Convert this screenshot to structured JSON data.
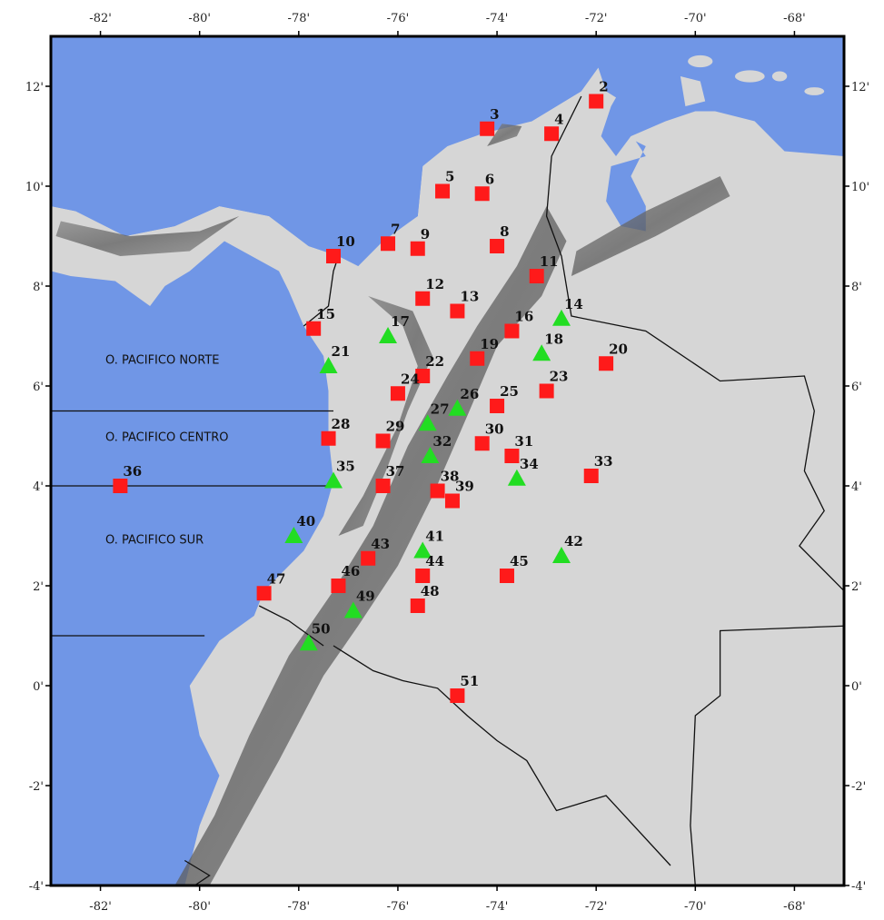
{
  "map": {
    "extent": {
      "lon_min": -83.0,
      "lon_max": -67.0,
      "lat_min": -4.0,
      "lat_max": 13.0
    },
    "lon_ticks": [
      -82,
      -80,
      -78,
      -76,
      -74,
      -72,
      -70,
      -68
    ],
    "lat_ticks": [
      12,
      10,
      8,
      6,
      4,
      2,
      0,
      -2,
      -4
    ],
    "lon_tick_labels": [
      "-82'",
      "-80'",
      "-78'",
      "-76'",
      "-74'",
      "-72'",
      "-70'",
      "-68'"
    ],
    "lat_tick_labels": [
      "12'",
      "10'",
      "8'",
      "6'",
      "4'",
      "2'",
      "0'",
      "-2'",
      "-4'"
    ],
    "colors": {
      "ocean": "#7096e6",
      "land": "#d6d6d6",
      "mountain": "#707070",
      "square": "#ff1a1a",
      "triangle": "#22dd22",
      "border": "#111111"
    },
    "zones": [
      {
        "label": "O. PACIFICO NORTE",
        "lon": -81.9,
        "lat": 6.45
      },
      {
        "label": "O. PACIFICO CENTRO",
        "lon": -81.9,
        "lat": 4.9
      },
      {
        "label": "O. PACIFICO SUR",
        "lon": -81.9,
        "lat": 2.85
      }
    ],
    "zone_lines": [
      5.5,
      4.0,
      1.0
    ],
    "stations": [
      {
        "id": "2",
        "type": "square",
        "lon": -72.0,
        "lat": 11.7
      },
      {
        "id": "3",
        "type": "square",
        "lon": -74.2,
        "lat": 11.15
      },
      {
        "id": "4",
        "type": "square",
        "lon": -72.9,
        "lat": 11.05
      },
      {
        "id": "5",
        "type": "square",
        "lon": -75.1,
        "lat": 9.9
      },
      {
        "id": "6",
        "type": "square",
        "lon": -74.3,
        "lat": 9.85
      },
      {
        "id": "7",
        "type": "square",
        "lon": -76.2,
        "lat": 8.85
      },
      {
        "id": "8",
        "type": "square",
        "lon": -74.0,
        "lat": 8.8
      },
      {
        "id": "9",
        "type": "square",
        "lon": -75.6,
        "lat": 8.75
      },
      {
        "id": "10",
        "type": "square",
        "lon": -77.3,
        "lat": 8.6
      },
      {
        "id": "11",
        "type": "square",
        "lon": -73.2,
        "lat": 8.2
      },
      {
        "id": "12",
        "type": "square",
        "lon": -75.5,
        "lat": 7.75
      },
      {
        "id": "13",
        "type": "square",
        "lon": -74.8,
        "lat": 7.5
      },
      {
        "id": "14",
        "type": "triangle",
        "lon": -72.7,
        "lat": 7.35
      },
      {
        "id": "15",
        "type": "square",
        "lon": -77.7,
        "lat": 7.15
      },
      {
        "id": "16",
        "type": "square",
        "lon": -73.7,
        "lat": 7.1
      },
      {
        "id": "17",
        "type": "triangle",
        "lon": -76.2,
        "lat": 7.0
      },
      {
        "id": "18",
        "type": "triangle",
        "lon": -73.1,
        "lat": 6.65
      },
      {
        "id": "19",
        "type": "square",
        "lon": -74.4,
        "lat": 6.55
      },
      {
        "id": "20",
        "type": "square",
        "lon": -71.8,
        "lat": 6.45
      },
      {
        "id": "21",
        "type": "triangle",
        "lon": -77.4,
        "lat": 6.4
      },
      {
        "id": "22",
        "type": "square",
        "lon": -75.5,
        "lat": 6.2
      },
      {
        "id": "23",
        "type": "square",
        "lon": -73.0,
        "lat": 5.9
      },
      {
        "id": "24",
        "type": "square",
        "lon": -76.0,
        "lat": 5.85
      },
      {
        "id": "25",
        "type": "square",
        "lon": -74.0,
        "lat": 5.6
      },
      {
        "id": "26",
        "type": "triangle",
        "lon": -74.8,
        "lat": 5.55
      },
      {
        "id": "27",
        "type": "triangle",
        "lon": -75.4,
        "lat": 5.25
      },
      {
        "id": "28",
        "type": "square",
        "lon": -77.4,
        "lat": 4.95
      },
      {
        "id": "29",
        "type": "square",
        "lon": -76.3,
        "lat": 4.9
      },
      {
        "id": "30",
        "type": "square",
        "lon": -74.3,
        "lat": 4.85
      },
      {
        "id": "31",
        "type": "square",
        "lon": -73.7,
        "lat": 4.6
      },
      {
        "id": "32",
        "type": "triangle",
        "lon": -75.35,
        "lat": 4.6
      },
      {
        "id": "33",
        "type": "square",
        "lon": -72.1,
        "lat": 4.2
      },
      {
        "id": "34",
        "type": "triangle",
        "lon": -73.6,
        "lat": 4.15
      },
      {
        "id": "35",
        "type": "triangle",
        "lon": -77.3,
        "lat": 4.1
      },
      {
        "id": "36",
        "type": "square",
        "lon": -81.6,
        "lat": 4.0
      },
      {
        "id": "37",
        "type": "square",
        "lon": -76.3,
        "lat": 4.0
      },
      {
        "id": "38",
        "type": "square",
        "lon": -75.2,
        "lat": 3.9
      },
      {
        "id": "39",
        "type": "square",
        "lon": -74.9,
        "lat": 3.7
      },
      {
        "id": "40",
        "type": "triangle",
        "lon": -78.1,
        "lat": 3.0
      },
      {
        "id": "41",
        "type": "triangle",
        "lon": -75.5,
        "lat": 2.7
      },
      {
        "id": "42",
        "type": "triangle",
        "lon": -72.7,
        "lat": 2.6
      },
      {
        "id": "43",
        "type": "square",
        "lon": -76.6,
        "lat": 2.55
      },
      {
        "id": "44",
        "type": "square",
        "lon": -75.5,
        "lat": 2.2
      },
      {
        "id": "45",
        "type": "square",
        "lon": -73.8,
        "lat": 2.2
      },
      {
        "id": "46",
        "type": "square",
        "lon": -77.2,
        "lat": 2.0
      },
      {
        "id": "47",
        "type": "square",
        "lon": -78.7,
        "lat": 1.85
      },
      {
        "id": "48",
        "type": "square",
        "lon": -75.6,
        "lat": 1.6
      },
      {
        "id": "49",
        "type": "triangle",
        "lon": -76.9,
        "lat": 1.5
      },
      {
        "id": "50",
        "type": "triangle",
        "lon": -77.8,
        "lat": 0.85
      },
      {
        "id": "51",
        "type": "square",
        "lon": -74.8,
        "lat": -0.2
      }
    ]
  }
}
